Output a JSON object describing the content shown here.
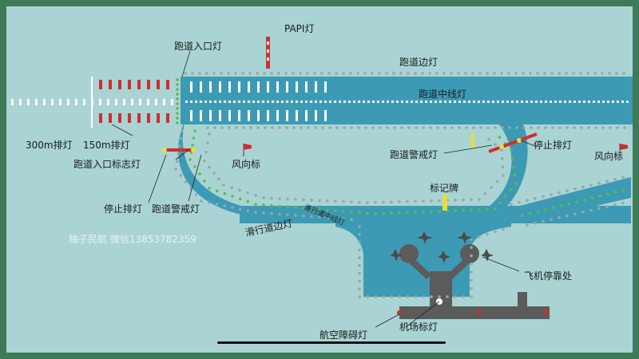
{
  "labels": {
    "papi": "PAPI灯",
    "threshold_light": "跑道入口灯",
    "runway_edge": "跑道边灯",
    "runway_centerline": "跑道中线灯",
    "bar_300m": "300m排灯",
    "bar_150m": "150m排灯",
    "threshold_id": "跑道入口标志灯",
    "windsock_left": "风向标",
    "runway_guard_right": "跑道警戒灯",
    "stop_bar_right": "停止排灯",
    "windsock_right": "风向标",
    "stop_bar_left": "停止排灯",
    "runway_guard_left": "跑道警戒灯",
    "sign": "标记牌",
    "taxiway_centerline": "滑行道中线灯",
    "taxiway_edge": "滑行道边灯",
    "apron": "飞机停靠处",
    "obstacle": "航空障碍灯",
    "beacon": "机场标灯"
  },
  "watermark": "柚子民航 微信13853782359",
  "colors": {
    "frame": "#3f7a58",
    "ground": "#a9d4d3",
    "pavement": "#3c9ab5",
    "marking": "#ffffff",
    "edge_light": "#9aa6a6",
    "green_light": "#5dbb4a",
    "red_light": "#d02e2e",
    "yellow_light": "#e9dd3a",
    "terminal": "#5b5b5b"
  }
}
